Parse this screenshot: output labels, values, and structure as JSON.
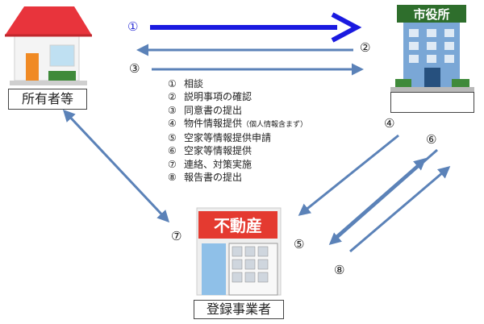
{
  "entities": {
    "owner": "所有者等",
    "city_office": "",
    "business": "登録事業者"
  },
  "signs": {
    "city_office": "市役所",
    "realtor": "不動産"
  },
  "legend": [
    {
      "num": "①",
      "text": "相談"
    },
    {
      "num": "②",
      "text": "説明事項の確認"
    },
    {
      "num": "③",
      "text": "同意書の提出"
    },
    {
      "num": "④",
      "text": "物件情報提供",
      "note": "（個人情報含まず）"
    },
    {
      "num": "⑤",
      "text": "空家等情報提供申請"
    },
    {
      "num": "⑥",
      "text": "空家等情報提供"
    },
    {
      "num": "⑦",
      "text": "連絡、対策実施"
    },
    {
      "num": "⑧",
      "text": "報告書の提出"
    }
  ],
  "markers": {
    "m1": "①",
    "m2": "②",
    "m3": "③",
    "m4": "④",
    "m5": "⑤",
    "m6": "⑥",
    "m7": "⑦",
    "m8": "⑧"
  },
  "colors": {
    "arrow": "#5b82b8",
    "highlight_arrow": "#1a1ae0",
    "roof": "#e8343c",
    "sign": "#e43a30",
    "office": "#7aa7d6"
  }
}
